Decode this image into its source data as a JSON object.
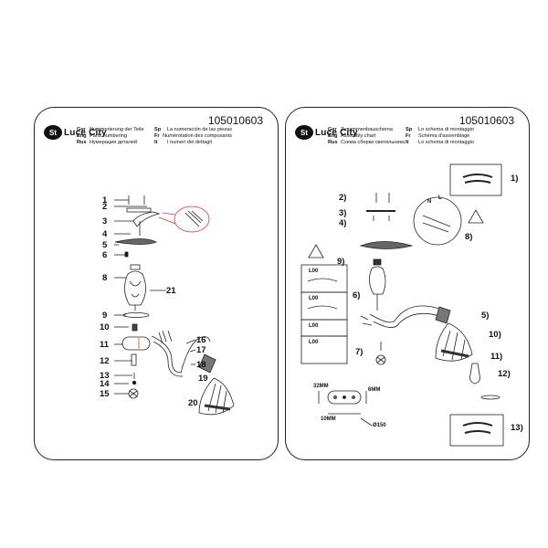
{
  "brand": {
    "mark": "St",
    "text": "Luce City"
  },
  "left": {
    "code": "105010603",
    "langs": [
      [
        {
          "code": "Ger",
          "text": "Nummerierung der Teile"
        },
        {
          "code": "Sp",
          "text": "La numeración de las piezas"
        }
      ],
      [
        {
          "code": "Eng",
          "text": "Parts numbering"
        },
        {
          "code": "Fr",
          "text": "Numérotation des composants"
        }
      ],
      [
        {
          "code": "Rus",
          "text": "Нумерация деталей"
        },
        {
          "code": "It",
          "text": "I numeri dei dettagli"
        }
      ]
    ],
    "labels": [
      "1",
      "2",
      "3",
      "4",
      "5",
      "6",
      "8",
      "21",
      "9",
      "10",
      "11",
      "16",
      "17",
      "18",
      "12",
      "13",
      "19",
      "14",
      "15",
      "20"
    ]
  },
  "right": {
    "code": "105010603",
    "langs": [
      [
        {
          "code": "Ger",
          "text": "Zusammenbauschema"
        },
        {
          "code": "Sp",
          "text": "Lo schema di montaggio"
        }
      ],
      [
        {
          "code": "Eng",
          "text": "Assembly chart"
        },
        {
          "code": "Fr",
          "text": "Schéma d'assemblage"
        }
      ],
      [
        {
          "code": "Rus",
          "text": "Схема сборки светильника"
        },
        {
          "code": "It",
          "text": "Lo schema di montaggio"
        }
      ]
    ],
    "labels": [
      "1)",
      "2)",
      "3)",
      "4)",
      "8)",
      "9)",
      "6)",
      "5)",
      "10)",
      "7)",
      "11)",
      "12)",
      "13)"
    ],
    "wires": {
      "n": "N",
      "l": "L"
    },
    "boxes": [
      "L00",
      "L00",
      "L00",
      "L00"
    ],
    "dims": {
      "d1": "32MM",
      "d2": "10MM",
      "d3": "6MM",
      "d4": "Ø150"
    }
  },
  "colors": {
    "line": "#222222",
    "accent": "#e53935"
  }
}
